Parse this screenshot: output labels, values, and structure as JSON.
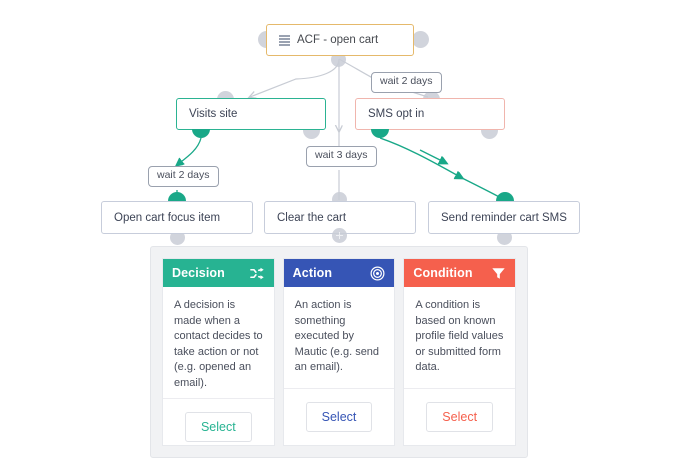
{
  "flow": {
    "root": {
      "label": "ACF - open cart",
      "icon": "list-icon",
      "border_color": "#e5b96b"
    },
    "nodes": [
      {
        "id": "visits-site",
        "label": "Visits site",
        "border_color": "#2bb392"
      },
      {
        "id": "sms-opt-in",
        "label": "SMS opt in",
        "border_color": "#f0b5ad"
      },
      {
        "id": "open-cart-focus",
        "label": "Open cart focus item",
        "border_color": "#c7cddb"
      },
      {
        "id": "clear-the-cart",
        "label": "Clear the cart",
        "border_color": "#c7cddb"
      },
      {
        "id": "send-reminder",
        "label": "Send reminder cart SMS",
        "border_color": "#c7cddb"
      }
    ],
    "wait_labels": [
      {
        "id": "wait-2-days-top",
        "label": "wait 2 days"
      },
      {
        "id": "wait-3-days",
        "label": "wait 3 days"
      },
      {
        "id": "wait-2-days-left",
        "label": "wait 2 days"
      }
    ],
    "edge_color_default": "#c8ccd4",
    "edge_color_active": "#19a888"
  },
  "panel": {
    "background": "#f1f2f4",
    "cards": [
      {
        "id": "decision",
        "title": "Decision",
        "icon": "shuffle-icon",
        "color": "#27b392",
        "text": "A decision is made when a contact decides to take action or not (e.g. opened an email).",
        "select_label": "Select"
      },
      {
        "id": "action",
        "title": "Action",
        "icon": "bullseye-icon",
        "color": "#3655b5",
        "text": "An action is something executed by Mautic (e.g. send an email).",
        "select_label": "Select"
      },
      {
        "id": "condition",
        "title": "Condition",
        "icon": "filter-icon",
        "color": "#f5604d",
        "text": "A condition is based on known profile field values or submitted form data.",
        "select_label": "Select"
      }
    ]
  }
}
